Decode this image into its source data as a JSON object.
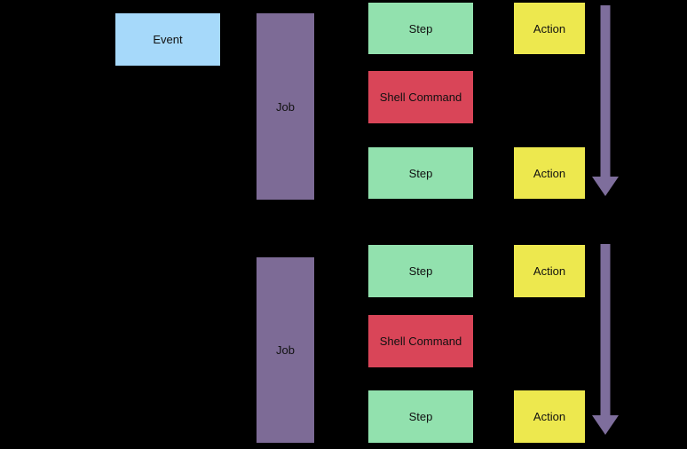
{
  "colors": {
    "background": "#000000",
    "event": "#A6D9FA",
    "job": "#7D6B96",
    "step": "#92E1AE",
    "shell_command": "#D94558",
    "action": "#EDE84E",
    "arrow": "#7E6E9C",
    "text": "#111111"
  },
  "groups": [
    {
      "event": {
        "label": "Event"
      },
      "job": {
        "label": "Job"
      },
      "lanes": [
        {
          "step": {
            "label": "Step"
          },
          "action": {
            "label": "Action"
          }
        },
        {
          "step": {
            "label": "Shell Command"
          }
        },
        {
          "step": {
            "label": "Step"
          },
          "action": {
            "label": "Action"
          }
        }
      ]
    },
    {
      "job": {
        "label": "Job"
      },
      "lanes": [
        {
          "step": {
            "label": "Step"
          },
          "action": {
            "label": "Action"
          }
        },
        {
          "step": {
            "label": "Shell Command"
          }
        },
        {
          "step": {
            "label": "Step"
          },
          "action": {
            "label": "Action"
          }
        }
      ]
    }
  ]
}
